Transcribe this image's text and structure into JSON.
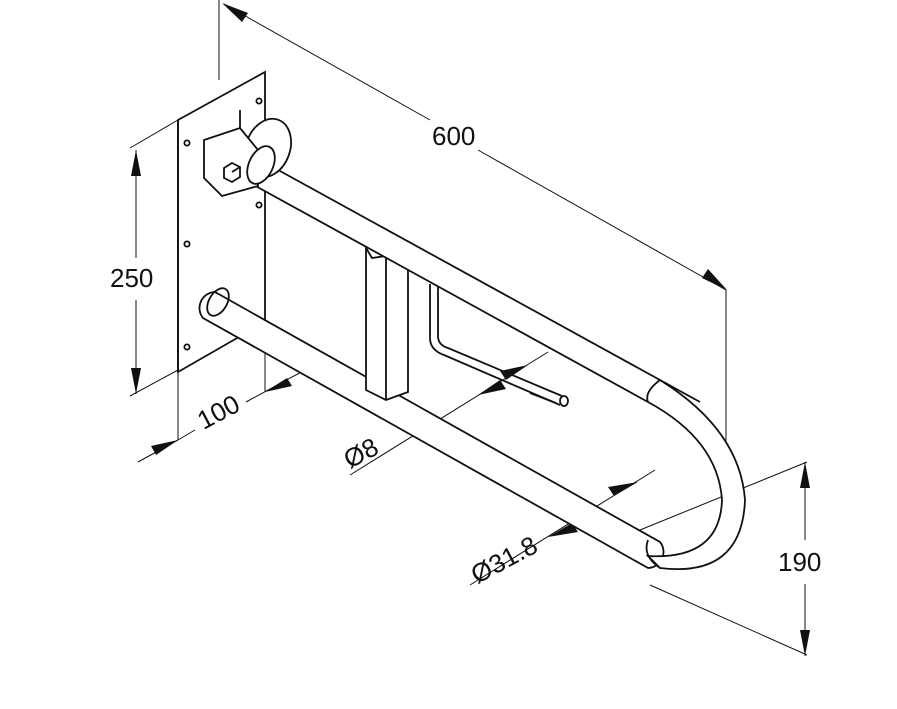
{
  "dimensions": {
    "length": "600",
    "height": "250",
    "projection": "100",
    "rod_diameter": "Ø8",
    "tube_diameter": "Ø31.8",
    "loop_height": "190"
  },
  "colors": {
    "line": "#111111",
    "background": "#ffffff"
  }
}
